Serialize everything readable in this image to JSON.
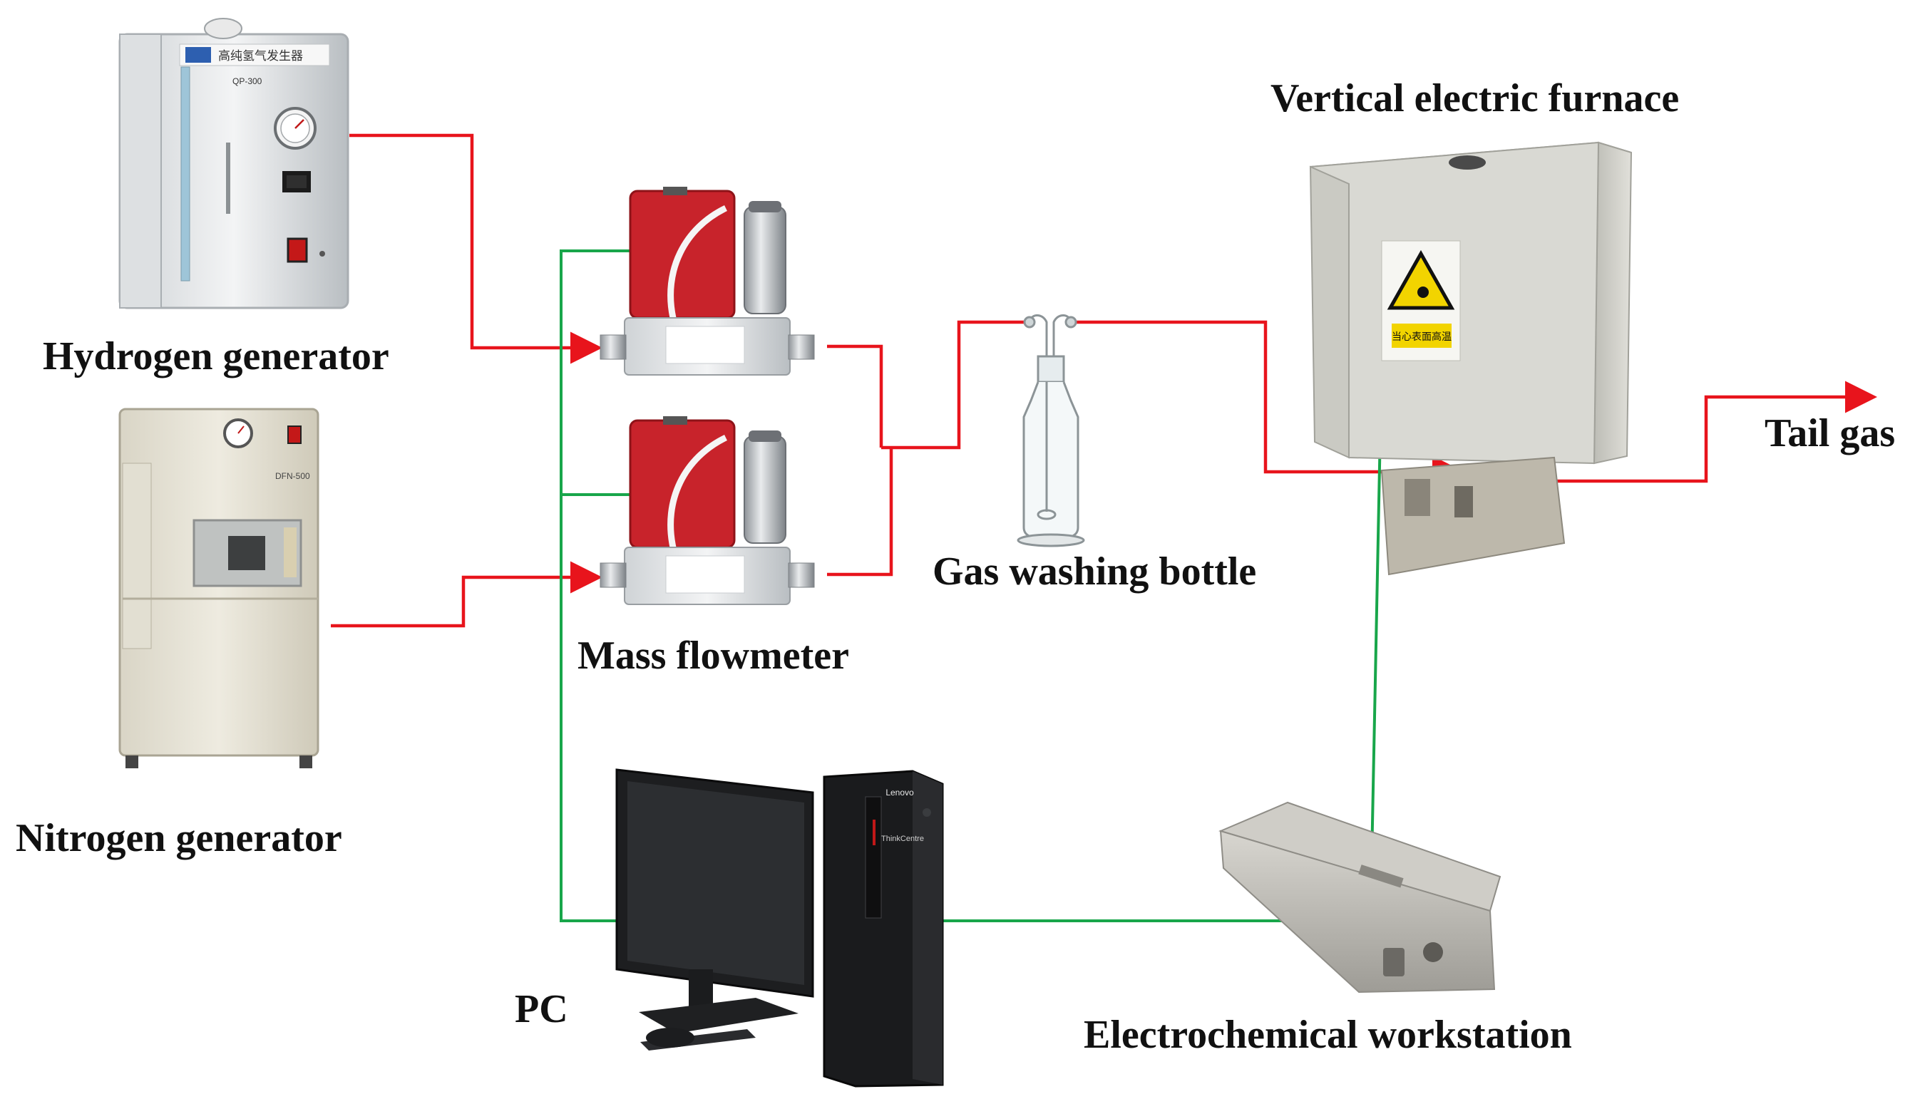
{
  "labels": {
    "hydrogen_generator": "Hydrogen generator",
    "nitrogen_generator": "Nitrogen generator",
    "mass_flowmeter": "Mass flowmeter",
    "gas_washing_bottle": "Gas washing bottle",
    "vertical_electric_furnace": "Vertical electric furnace",
    "tail_gas": "Tail gas",
    "pc": "PC",
    "electrochemical_workstation": "Electrochemical workstation"
  },
  "device_text": {
    "hydrogen_panel_cn": "高纯氢气发生器",
    "hydrogen_model": "QP-300",
    "nitrogen_model": "DFN-500",
    "furnace_warning_cn": "当心表面高温",
    "pc_brand": "Lenovo",
    "pc_model": "ThinkCentre"
  },
  "colors": {
    "gas_line": "#e8141c",
    "signal_line": "#18a64a",
    "label_text": "#111111",
    "flowmeter_red": "#c8232b",
    "warning_yellow": "#f2d400"
  }
}
